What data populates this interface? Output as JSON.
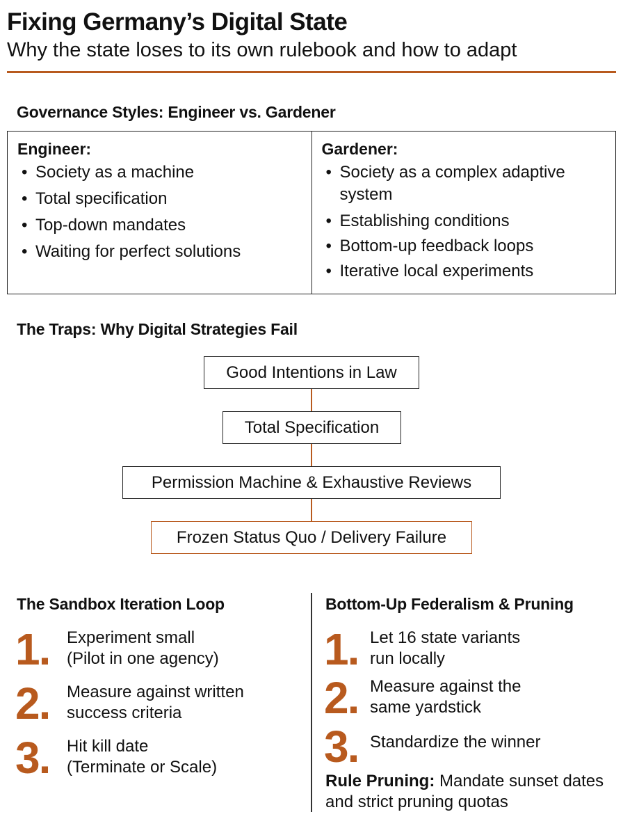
{
  "header": {
    "title": "Fixing Germany’s Digital State",
    "subtitle": "Why the state loses to its own rulebook and how to adapt"
  },
  "governance": {
    "heading": "Governance Styles: Engineer vs. Gardener",
    "engineer": {
      "title": "Engineer:",
      "items": [
        "Society as a machine",
        "Total specification",
        "Top-down mandates",
        "Waiting for perfect solutions"
      ]
    },
    "gardener": {
      "title": "Gardener:",
      "items": [
        "Society as a complex adaptive system",
        "Establishing conditions",
        "Bottom-up feedback loops",
        "Iterative local experiments"
      ]
    }
  },
  "traps": {
    "heading": "The Traps: Why Digital Strategies Fail",
    "steps": [
      "Good Intentions in Law",
      "Total Specification",
      "Permission Machine & Exhaustive Reviews",
      "Frozen Status Quo / Delivery Failure"
    ]
  },
  "sandbox": {
    "heading": "The Sandbox Iteration Loop",
    "steps": [
      {
        "num": "1.",
        "line1": "Experiment small",
        "line2": "(Pilot in one agency)"
      },
      {
        "num": "2.",
        "line1": "Measure against written",
        "line2": "success criteria"
      },
      {
        "num": "3.",
        "line1": "Hit kill date",
        "line2": "(Terminate or Scale)"
      }
    ]
  },
  "federalism": {
    "heading": "Bottom-Up Federalism & Pruning",
    "steps": [
      {
        "num": "1.",
        "line1": "Let 16 state variants",
        "line2": "run locally"
      },
      {
        "num": "2.",
        "line1": "Measure against the",
        "line2": "same yardstick"
      },
      {
        "num": "3.",
        "line1": "Standardize the winner"
      }
    ],
    "pruning_label": "Rule Pruning:",
    "pruning_text": " Mandate sunset dates and strict pruning quotas"
  },
  "colors": {
    "accent": "#b85a1e",
    "text": "#111111",
    "border": "#222222"
  }
}
